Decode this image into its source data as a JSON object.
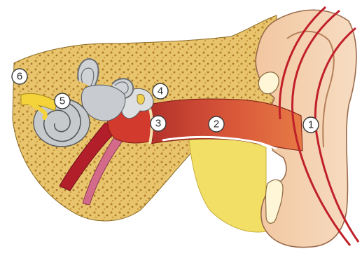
{
  "diagram": {
    "labels": [
      {
        "id": "1",
        "text": "1"
      },
      {
        "id": "2",
        "text": "2"
      },
      {
        "id": "3",
        "text": "3"
      },
      {
        "id": "4",
        "text": "4"
      },
      {
        "id": "5",
        "text": "5"
      },
      {
        "id": "6",
        "text": "6"
      }
    ],
    "colors": {
      "bone": "#e6c76a",
      "bone_speckle": "#b8862f",
      "skin": "#f6d7b9",
      "canal": "#c74a2e",
      "sound_waves": "#c0202a",
      "cochlea": "#c9ced2",
      "ossicles": "#d8dadb",
      "nerve": "#e8c83a",
      "fat": "#f3e26a"
    }
  }
}
